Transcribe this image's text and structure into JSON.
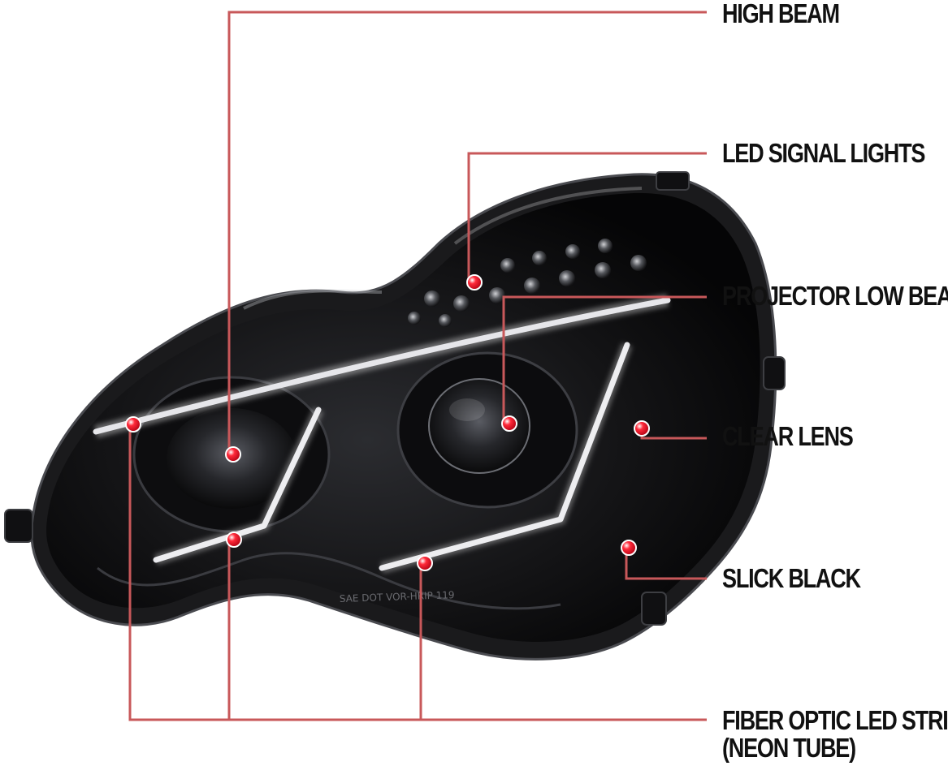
{
  "callouts": {
    "high_beam": "HIGH BEAM",
    "led_signal_lights": "LED SIGNAL LIGHTS",
    "projector_low_beam": "PROJECTOR LOW BEAM",
    "clear_lens": "CLEAR LENS",
    "slick_black": "SLICK BLACK",
    "fiber_optic_line1": "FIBER OPTIC LED STRIP",
    "fiber_optic_line2": "(NEON TUBE)"
  },
  "housing_text": {
    "sae_dot": "SAE DOT VOR-HRIP 119"
  },
  "colors": {
    "leader_line": "#c8585a",
    "dot": "#e0001a",
    "housing": "#0b0b0c",
    "led_strip": "#e6e6ea"
  }
}
